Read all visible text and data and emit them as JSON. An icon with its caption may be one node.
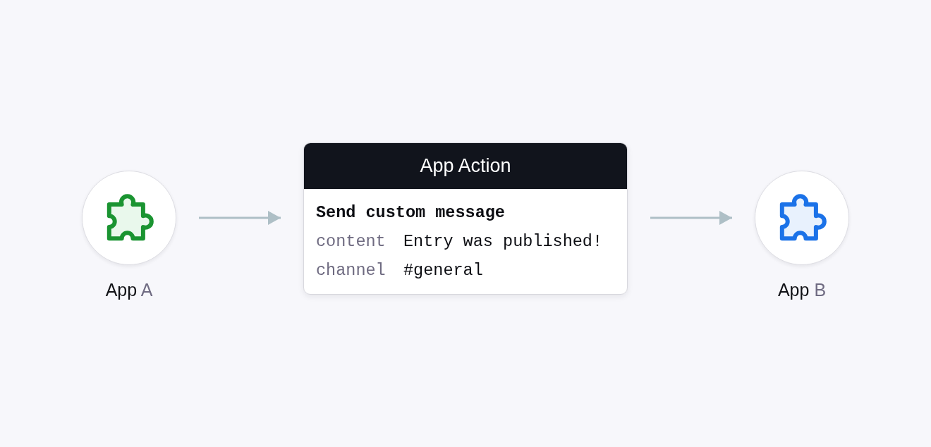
{
  "diagram": {
    "nodes": [
      {
        "text": [
          "App A"
        ]
      },
      {
        "text": [
          "App Action",
          "Send custom message",
          "content",
          "Entry was published!",
          "channel",
          "#general"
        ]
      },
      {
        "text": [
          "App B"
        ]
      }
    ],
    "edges": [
      {
        "from": 0,
        "to": 1,
        "arrow": "to"
      },
      {
        "from": 1,
        "to": 2,
        "arrow": "to"
      }
    ]
  }
}
